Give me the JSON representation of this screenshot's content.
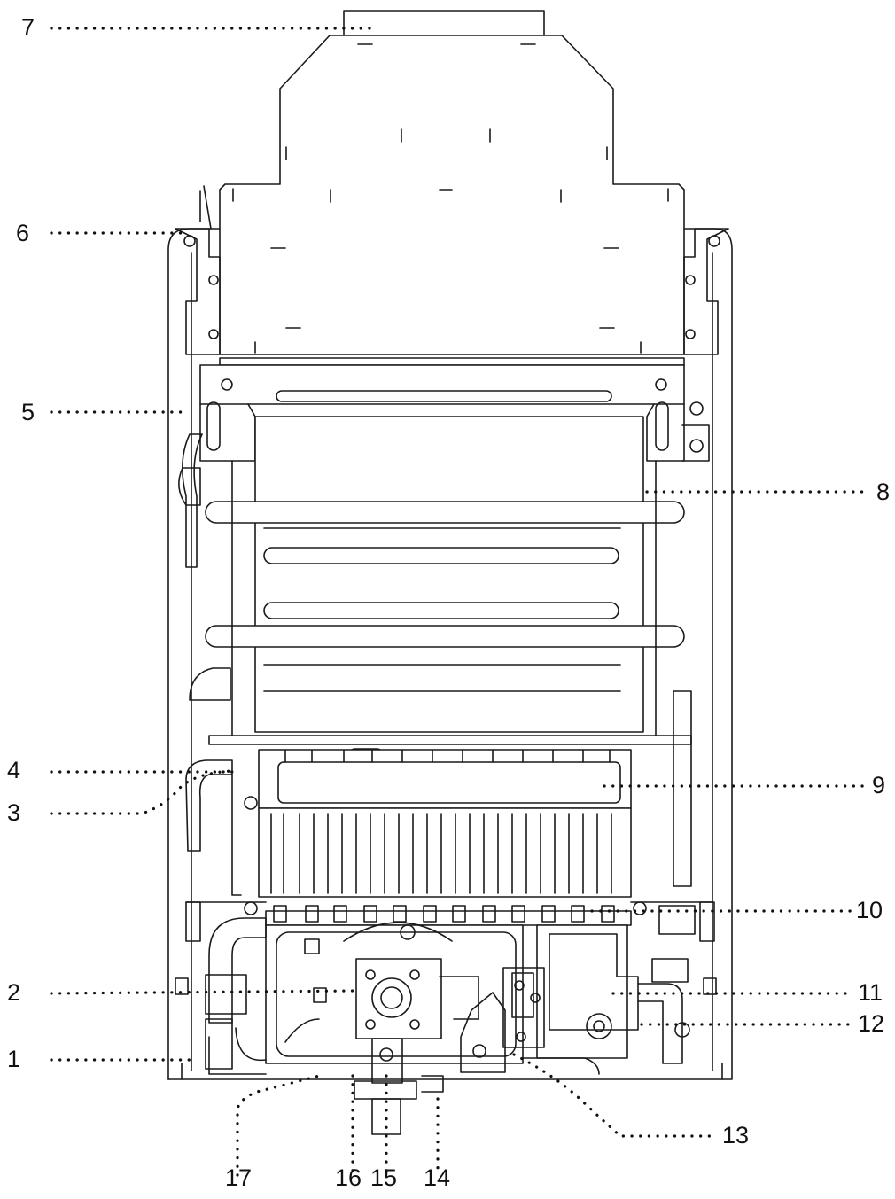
{
  "diagram": {
    "callouts": [
      {
        "id": "c1",
        "label": "1"
      },
      {
        "id": "c2",
        "label": "2"
      },
      {
        "id": "c3",
        "label": "3"
      },
      {
        "id": "c4",
        "label": "4"
      },
      {
        "id": "c5",
        "label": "5"
      },
      {
        "id": "c6",
        "label": "6"
      },
      {
        "id": "c7",
        "label": "7"
      },
      {
        "id": "c8",
        "label": "8"
      },
      {
        "id": "c9",
        "label": "9"
      },
      {
        "id": "c10",
        "label": "10"
      },
      {
        "id": "c11",
        "label": "11"
      },
      {
        "id": "c12",
        "label": "12"
      },
      {
        "id": "c13",
        "label": "13"
      },
      {
        "id": "c14",
        "label": "14"
      },
      {
        "id": "c15",
        "label": "15"
      },
      {
        "id": "c16",
        "label": "16"
      },
      {
        "id": "c17",
        "label": "17"
      }
    ],
    "colors": {
      "line": "#1a1a1a",
      "fill": "#ffffff",
      "text": "#111111"
    }
  }
}
